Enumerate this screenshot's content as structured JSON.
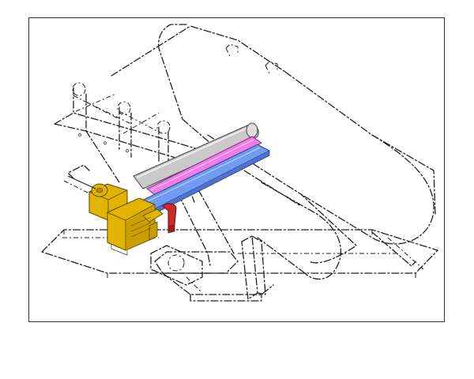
{
  "figure": {
    "colors": {
      "background": "#ffffff",
      "linework": "#222222",
      "frame_border": "#333333",
      "drive_motor": "#e2b400",
      "drive_shadow": "#b58a00",
      "roller_gray": "#c9c9c9",
      "shaft_pink": "#f07ce8",
      "shaft_blue": "#6f9bf2",
      "pipe_red": "#cc2a2a"
    },
    "icons": [
      "conveyor-belt-loop",
      "support-frame",
      "base-skid",
      "drive-motor",
      "head-pulley-roller",
      "drive-shaft",
      "coupling-pipe"
    ]
  }
}
